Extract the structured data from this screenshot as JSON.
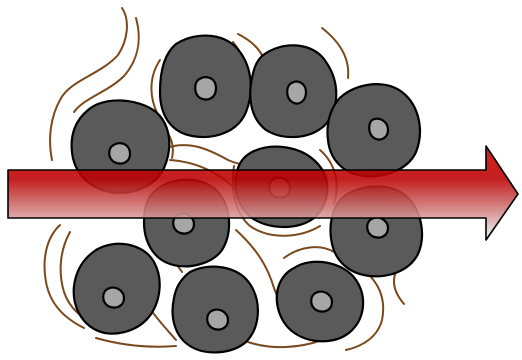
{
  "diagram": {
    "elements": {
      "cells": [
        {
          "name": "cell-top-left"
        },
        {
          "name": "cell-top-middle"
        },
        {
          "name": "cell-top-right"
        },
        {
          "name": "cell-upper-left"
        },
        {
          "name": "cell-center"
        },
        {
          "name": "cell-middle-left"
        },
        {
          "name": "cell-right"
        },
        {
          "name": "cell-bottom-left"
        },
        {
          "name": "cell-bottom-middle"
        },
        {
          "name": "cell-bottom-right"
        }
      ],
      "arrow": {
        "direction": "right",
        "description": "transit-arrow"
      }
    },
    "colors": {
      "background": "#ffffff",
      "cell_fill": "#5a5a5a",
      "cell_outline": "#000000",
      "nucleus_fill": "#a6a6a6",
      "fiber": "#7a4a1d",
      "arrow_start": "#d40000",
      "arrow_end": "#e6fafa"
    }
  }
}
